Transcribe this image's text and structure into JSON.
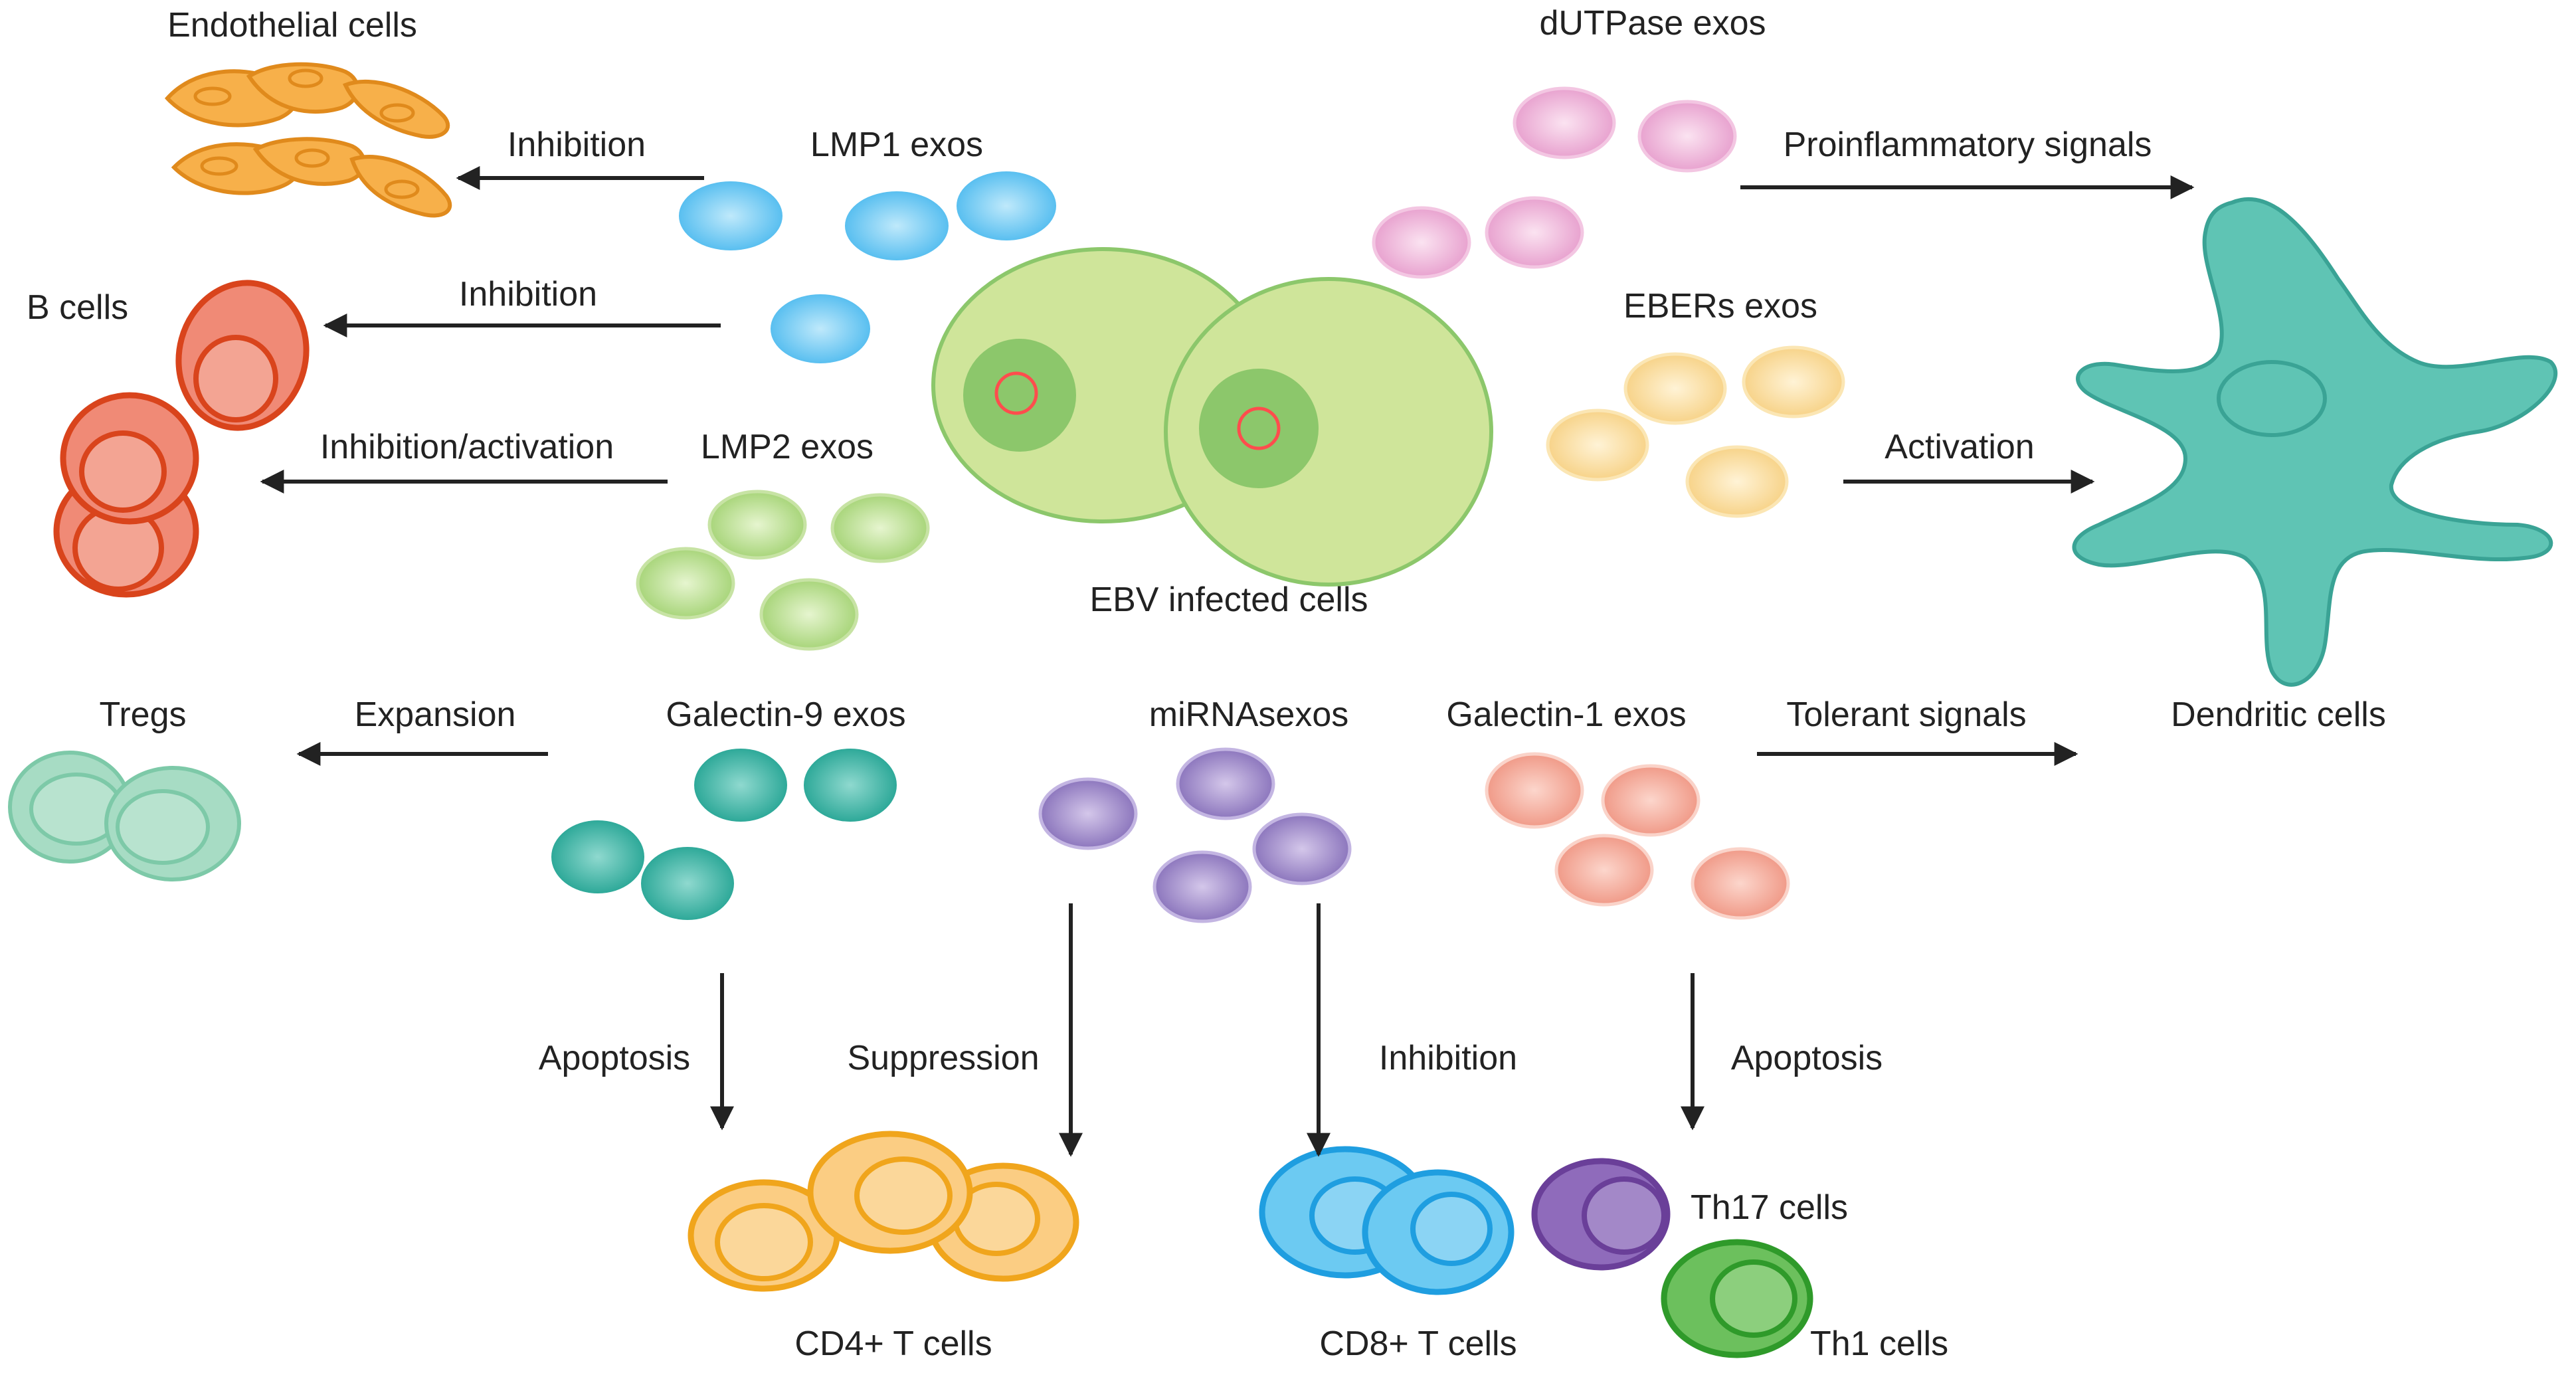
{
  "diagram": {
    "center_label": "EBV infected cells",
    "exosomes": {
      "lmp1": "LMP1 exos",
      "lmp2": "LMP2 exos",
      "dutpase": "dUTPase exos",
      "ebers": "EBERs exos",
      "galectin9": "Galectin-9 exos",
      "mirna": "miRNAsexos",
      "galectin1": "Galectin-1 exos"
    },
    "targets": {
      "endothelial": "Endothelial cells",
      "bcells": "B cells",
      "tregs": "Tregs",
      "dendritic": "Dendritic cells",
      "cd4": "CD4+ T cells",
      "cd8": "CD8+ T cells",
      "th17": "Th17 cells",
      "th1": "Th1 cells"
    },
    "effects": {
      "lmp1_endothelial": "Inhibition",
      "lmp1_bcells": "Inhibition",
      "lmp2_bcells": "Inhibition/activation",
      "galectin9_tregs": "Expansion",
      "dutpase_dendritic": "Proinflammatory signals",
      "ebers_dendritic": "Activation",
      "galectin1_dendritic": "Tolerant signals",
      "galectin9_cd4": "Apoptosis",
      "mirna_cd4": "Suppression",
      "mirna_cd8": "Inhibition",
      "galectin1_th": "Apoptosis"
    },
    "colors": {
      "lmp1": "#5bc0ee",
      "lmp2": "#b5dc8a",
      "dutpase": "#eeb1d8",
      "ebers": "#f9dc96",
      "galectin9": "#3fb6a8",
      "mirna": "#9b86c6",
      "galectin1": "#f3a493",
      "ebv_cell": "#cfe59a",
      "ebv_nucleus": "#8cc76b",
      "endothelial": "#f7b04a",
      "bcells": "#f08a76",
      "tregs": "#a7dcc4",
      "dendritic": "#5fc4b4",
      "cd4": "#fbcd83",
      "cd8": "#6ccaf2",
      "th17": "#7a4ea5",
      "th1": "#6cc05d"
    }
  }
}
